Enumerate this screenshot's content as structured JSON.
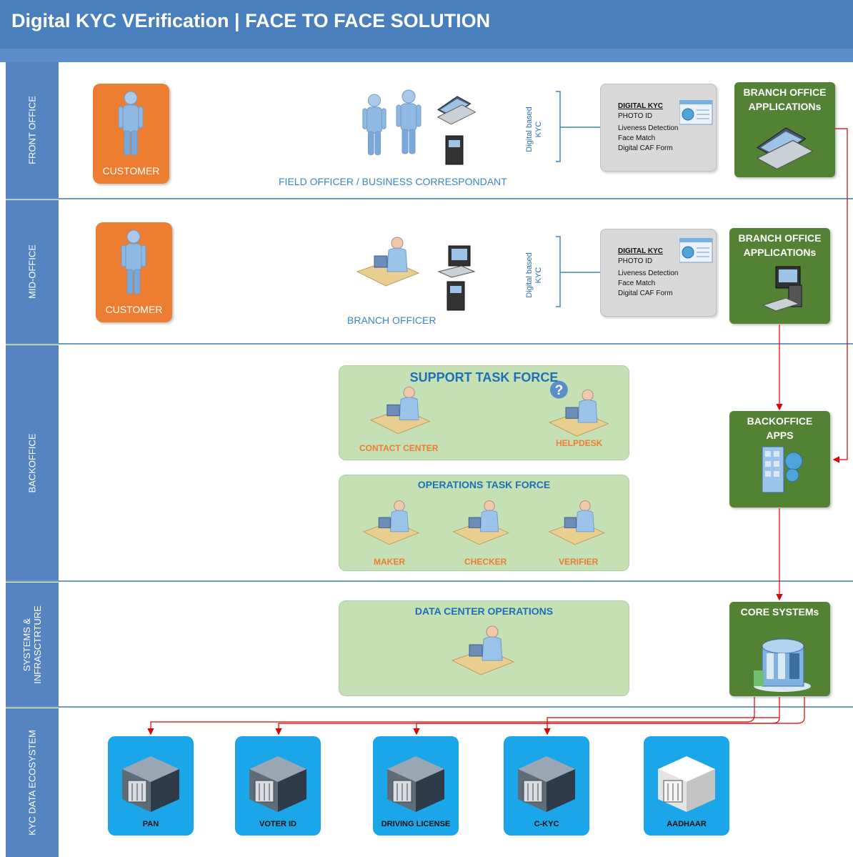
{
  "title": "Digital KYC VErification | FACE TO FACE SOLUTION",
  "lanes": [
    "FRONT OFFICE",
    "MID-OFFICE",
    "BACKOFFICE",
    "SYSTEMS &",
    "INFRASCTRTURE",
    "KYC DATA ECOSYSTEM"
  ],
  "customer_label": "CUSTOMER",
  "field_officer_label": "FIELD OFFICER / BUSINESS CORRESPONDANT",
  "branch_officer_label": "BRANCH OFFICER",
  "digital_based": "Digital based",
  "kyc": "KYC",
  "kyc_card": {
    "head": "DIGITAL KYC",
    "lines": [
      "PHOTO ID",
      "Liveness Detection",
      "Face Match",
      "Digital CAF Form"
    ]
  },
  "branch_apps_line1": "BRANCH OFFICE",
  "branch_apps_line2": "APPLICATIONs",
  "backoffice_apps": "BACKOFFICE APPS",
  "core_systems": "CORE SYSTEMs",
  "support_task_force": "SUPPORT TASK FORCE",
  "contact_center": "CONTACT CENTER",
  "helpdesk": "HELPDESK",
  "operations_task_force": "OPERATIONS TASK FORCE",
  "maker": "MAKER",
  "checker": "CHECKER",
  "verifier": "VERIFIER",
  "data_center_operations": "DATA CENTER OPERATIONS",
  "ecosystem": [
    "PAN",
    "VOTER ID",
    "DRIVING LICENSE",
    "C-KYC",
    "AADHAAR"
  ],
  "colors": {
    "title_bar": "#4a7fbd",
    "lane": "#5584c0",
    "customer": "#ed7d31",
    "app_box": "#548235",
    "task_panel": "#c5e0b4",
    "ecosystem_tile": "#1aa6e8",
    "flow_arrow": "#e00000"
  }
}
